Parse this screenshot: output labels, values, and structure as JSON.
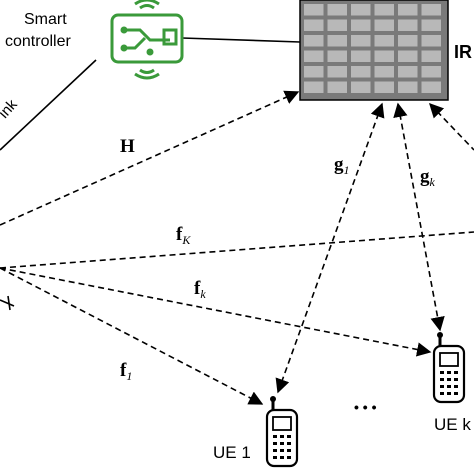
{
  "controller": {
    "label_line1": "Smart",
    "label_line2": "controller"
  },
  "irs": {
    "label": "IR"
  },
  "link": {
    "label": "ink"
  },
  "channels": {
    "H": "H",
    "g1": {
      "base": "g",
      "sub": "1"
    },
    "gk": {
      "base": "g",
      "sub": "k"
    },
    "fK": {
      "base": "f",
      "sub": "K"
    },
    "fk": {
      "base": "f",
      "sub": "k"
    },
    "f1": {
      "base": "f",
      "sub": "1"
    }
  },
  "users": {
    "ue1": "UE 1",
    "uek": "UE k"
  },
  "ellipsis": "• • •",
  "colors": {
    "circuit_green": "#3a9a3a",
    "irs_cell": "#b8b8b8",
    "irs_bg": "#7a7a7a",
    "line": "#000000"
  }
}
